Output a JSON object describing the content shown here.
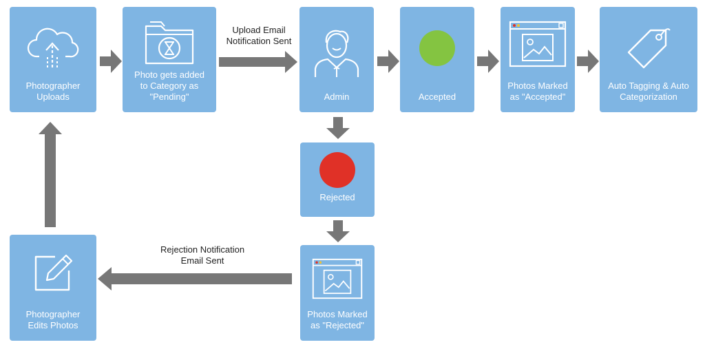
{
  "diagram": {
    "colors": {
      "node_fill": "#7fb5e3",
      "arrow": "#777777",
      "accepted_dot": "#84c441",
      "rejected_dot": "#e03127",
      "icon_stroke": "#ffffff"
    },
    "nodes": {
      "upload": {
        "label": "Photographer\nUploads",
        "icon": "cloud-upload-icon"
      },
      "pending": {
        "label": "Photo gets added\nto Category as\n\"Pending\"",
        "icon": "folder-hourglass-icon"
      },
      "admin": {
        "label": "Admin",
        "icon": "admin-person-icon"
      },
      "accepted": {
        "label": "Accepted",
        "icon": "green-status-dot"
      },
      "marked_accepted": {
        "label": "Photos Marked\nas \"Accepted\"",
        "icon": "browser-image-icon"
      },
      "auto_tagging": {
        "label": "Auto Tagging & Auto\nCategorization",
        "icon": "tag-icon"
      },
      "rejected": {
        "label": "Rejected",
        "icon": "red-status-dot"
      },
      "marked_rejected": {
        "label": "Photos Marked\nas \"Rejected\"",
        "icon": "browser-image-icon"
      },
      "edits": {
        "label": "Photographer\nEdits Photos",
        "icon": "edit-icon"
      }
    },
    "edge_labels": {
      "upload_email": "Upload Email\nNotification Sent",
      "rejection_email": "Rejection Notification\nEmail Sent"
    }
  }
}
